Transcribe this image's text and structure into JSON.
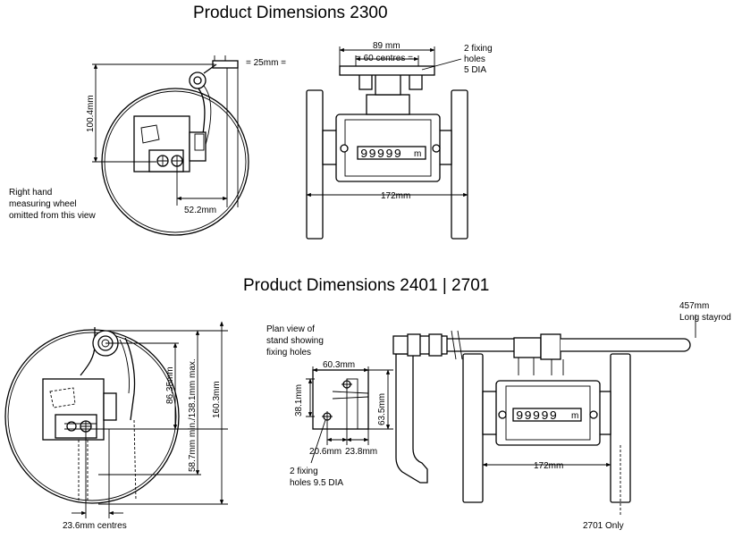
{
  "section1": {
    "title": "Product Dimensions 2300",
    "labels": {
      "eq25": "= 25mm =",
      "h100": "100.4mm",
      "w52": "52.2mm",
      "note1": "Right hand",
      "note2": "measuring wheel",
      "note3": "omitted from this view",
      "w89": "89 mm",
      "c60": "= 60 centres =",
      "fix1": "2 fixing",
      "fix2": "holes",
      "fix3": "5 DIA",
      "w172": "172mm",
      "counter": "99999",
      "unit": "m"
    }
  },
  "section2": {
    "title": "Product Dimensions 2401 | 2701",
    "labels": {
      "h86": "86.35mm",
      "h58": "58.7mm min./138.1mm max.",
      "h160": "160.3mm",
      "c236": "23.6mm centres",
      "plan1": "Plan view of",
      "plan2": "stand showing",
      "plan3": "fixing holes",
      "w603": "60.3mm",
      "h381": "38.1mm",
      "h635": "63.5mm",
      "w206": "20.6mm",
      "w238": "23.8mm",
      "fix1": "2 fixing",
      "fix2": "holes 9.5 DIA",
      "rod1": "457mm",
      "rod2": "Long stayrod",
      "w172": "172mm",
      "only": "2701 Only",
      "counter": "99999",
      "unit": "m"
    }
  }
}
